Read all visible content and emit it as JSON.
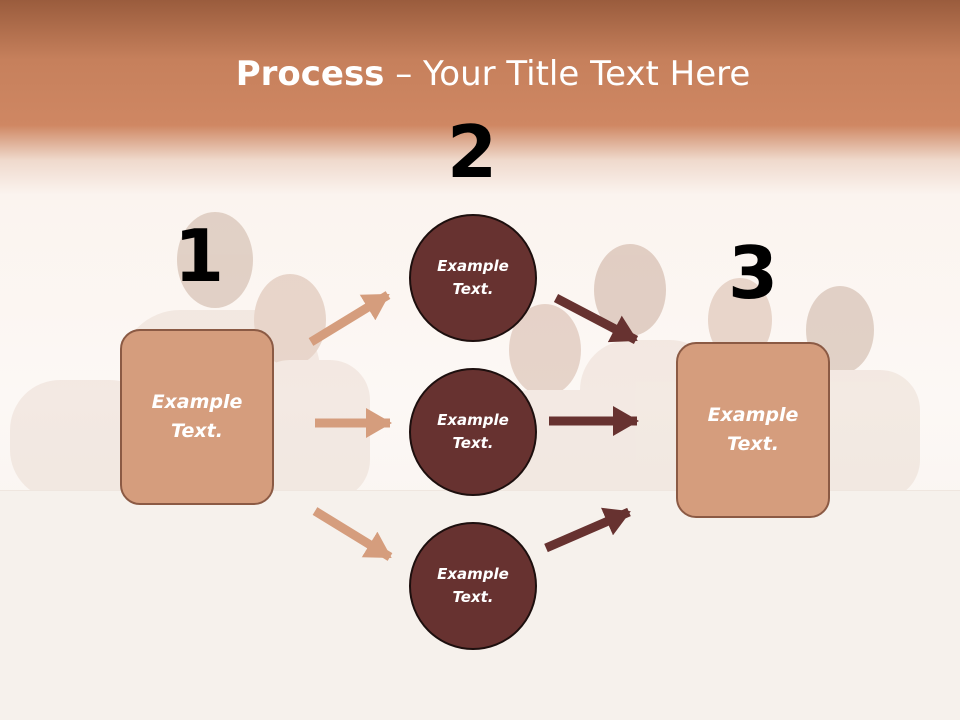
{
  "slide": {
    "title_bold": "Process",
    "title_rest": " – Your Title Text Here",
    "step_numbers": [
      "1",
      "2",
      "3"
    ],
    "boxes": [
      {
        "line1": "Example",
        "line2": "Text."
      },
      {
        "line1": "Example",
        "line2": "Text."
      }
    ],
    "circles": [
      {
        "line1": "Example",
        "line2": "Text."
      },
      {
        "line1": "Example",
        "line2": "Text."
      },
      {
        "line1": "Example",
        "line2": "Text."
      }
    ]
  },
  "colors": {
    "header": "#c6805c",
    "box_fill": "#d59d7d",
    "box_border": "#8b5a44",
    "circle_fill": "#673230",
    "arrow_light": "#d59d7d",
    "arrow_dark": "#673230"
  }
}
